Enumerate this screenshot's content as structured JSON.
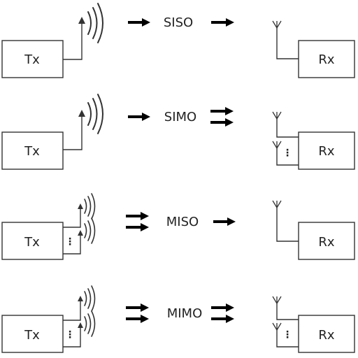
{
  "colors": {
    "line": "#333333",
    "arrow": "#000000",
    "background": "#ffffff"
  },
  "rows": [
    {
      "id": "siso",
      "label": "SISO",
      "tx": "Tx",
      "rx": "Rx",
      "tx_antennas": 1,
      "rx_antennas": 1
    },
    {
      "id": "simo",
      "label": "SIMO",
      "tx": "Tx",
      "rx": "Rx",
      "tx_antennas": 1,
      "rx_antennas": 2
    },
    {
      "id": "miso",
      "label": "MISO",
      "tx": "Tx",
      "rx": "Rx",
      "tx_antennas": 2,
      "rx_antennas": 1
    },
    {
      "id": "mimo",
      "label": "MIMO",
      "tx": "Tx",
      "rx": "Rx",
      "tx_antennas": 2,
      "rx_antennas": 2
    }
  ],
  "ellipsis": "⋮"
}
